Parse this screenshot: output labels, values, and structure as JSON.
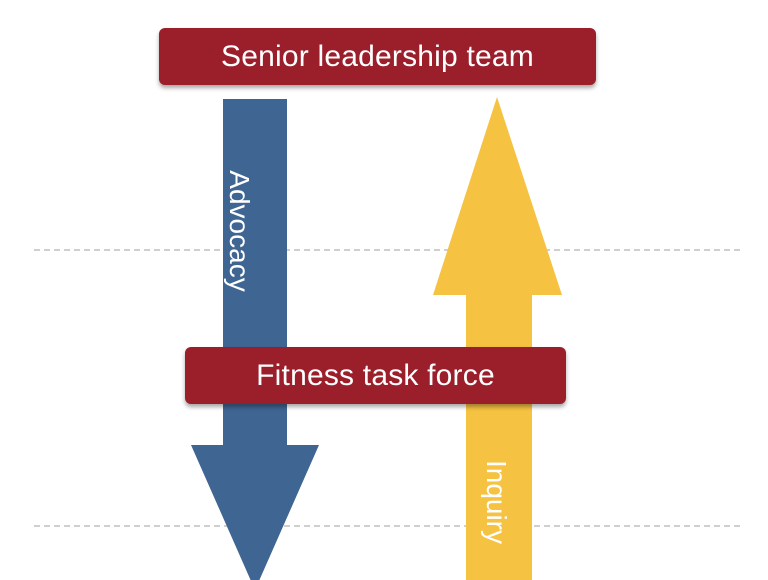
{
  "diagram": {
    "top_box": {
      "label": "Senior leadership team",
      "color": "#9b1e2b"
    },
    "middle_box": {
      "label": "Fitness task force",
      "color": "#9b1e2b"
    },
    "down_arrow": {
      "label": "Advocacy",
      "color": "#3f6593",
      "direction": "down"
    },
    "up_arrow": {
      "label": "Inquiry",
      "color": "#f5c242",
      "direction": "up"
    },
    "separator_color": "#cfcfcf"
  }
}
